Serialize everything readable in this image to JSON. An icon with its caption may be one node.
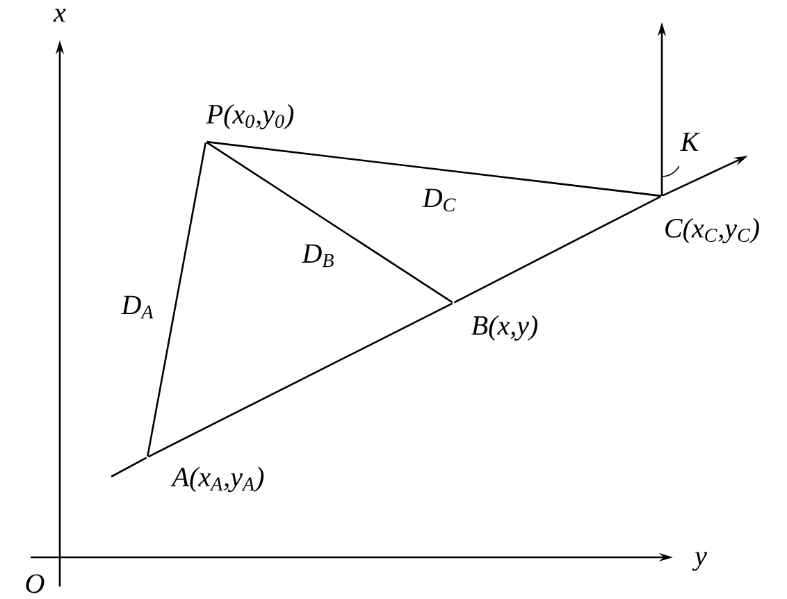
{
  "diagram": {
    "nodes": [
      {
        "text": [
          "P(x$_{0}$,y$_{0}$)"
        ]
      },
      {
        "text": [
          "A(x$_{A}$,y$_{A}$)"
        ]
      },
      {
        "text": [
          "B(x,y)"
        ]
      },
      {
        "text": [
          "C(x$_{C}$,y$_{C}$)"
        ]
      }
    ],
    "edges": [
      {
        "from": 0,
        "to": 1,
        "arrow": "none",
        "label": "D$_{A}$"
      },
      {
        "from": 0,
        "to": 2,
        "arrow": "none",
        "label": "D$_{B}$"
      },
      {
        "from": 0,
        "to": 3,
        "arrow": "none",
        "label": "D$_{C}$"
      },
      {
        "from": 1,
        "to": 2,
        "arrow": "none"
      },
      {
        "from": 2,
        "to": 3,
        "arrow": "none"
      },
      {
        "from": 3,
        "to": null,
        "arrow": "to"
      }
    ],
    "labels": [
      "x",
      "y",
      "O",
      "K"
    ]
  }
}
